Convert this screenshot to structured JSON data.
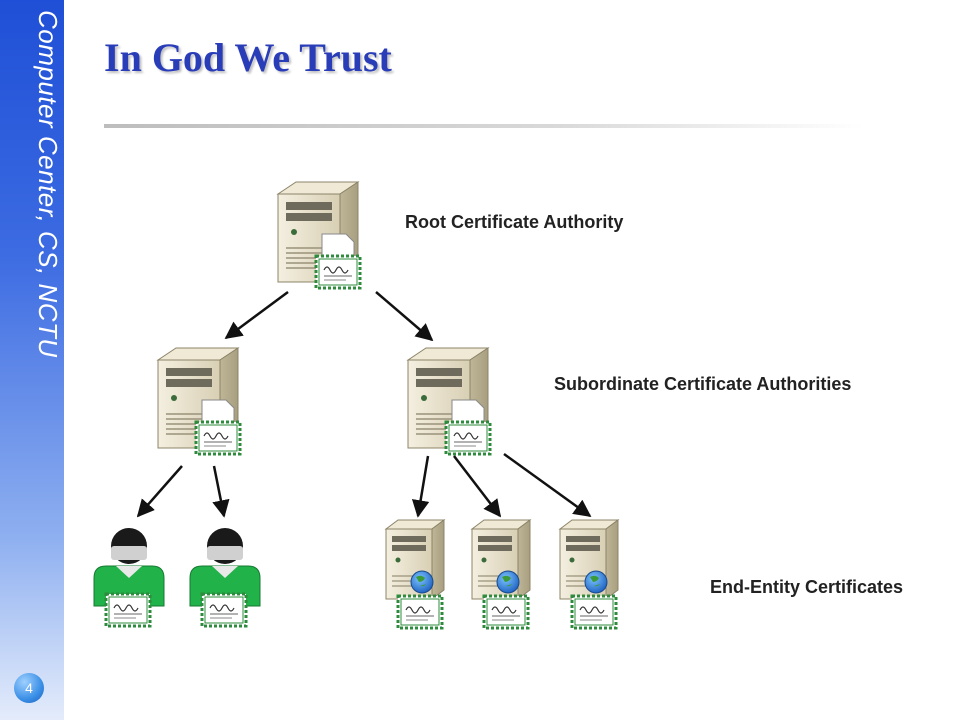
{
  "sidebar": {
    "text": "Computer Center, CS, NCTU"
  },
  "slide": {
    "title": "In God We Trust",
    "page_number": "4"
  },
  "diagram": {
    "labels": {
      "root": "Root Certificate Authority",
      "subordinate": "Subordinate Certificate Authorities",
      "end_entity": "End-Entity Certificates"
    },
    "colors": {
      "user_green": "#21b24a",
      "server_beige": "#e7e0c9",
      "certificate_green": "#2e8b3e"
    }
  }
}
